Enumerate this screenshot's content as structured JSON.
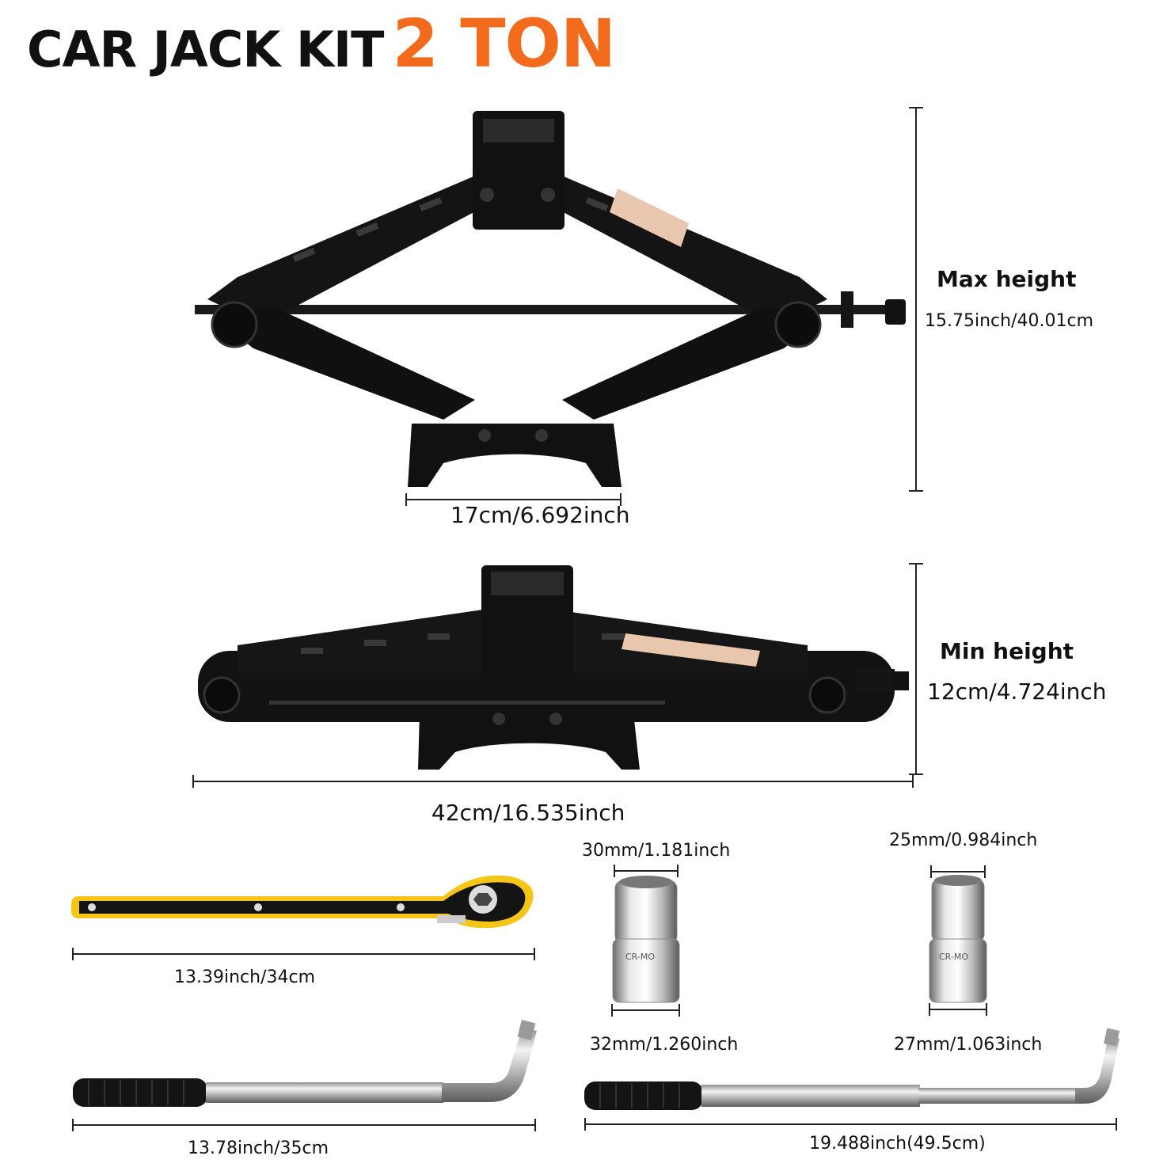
{
  "title": {
    "part1": "CAR JACK KIT",
    "part2": "2 TON"
  },
  "colors": {
    "accent": "#f26a1b",
    "text": "#111111",
    "handle_yellow": "#f5c518"
  },
  "max_jack": {
    "heading": "Max height",
    "height": "15.75inch/40.01cm",
    "base_width": "17cm/6.692inch"
  },
  "min_jack": {
    "heading": "Min height",
    "height": "12cm/4.724inch",
    "length": "42cm/16.535inch"
  },
  "ratchet_wrench": {
    "length": "13.39inch/34cm"
  },
  "socket_large": {
    "top": "30mm/1.181inch",
    "bottom": "32mm/1.260inch"
  },
  "socket_small": {
    "top": "25mm/0.984inch",
    "bottom": "27mm/1.063inch"
  },
  "lug_wrench_short": {
    "length": "13.78inch/35cm"
  },
  "lug_wrench_long": {
    "length": "19.488inch(49.5cm)"
  }
}
